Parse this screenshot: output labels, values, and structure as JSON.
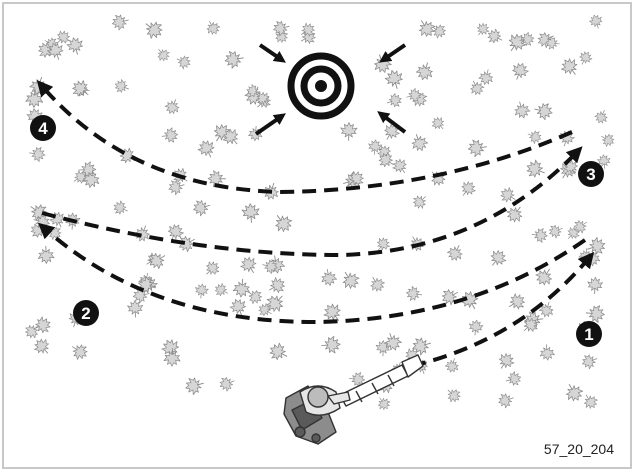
{
  "figure": {
    "code": "57_20_204",
    "steps": [
      "1",
      "2",
      "3",
      "4"
    ],
    "colors": {
      "leaf_fill": "#d6d6d6",
      "leaf_stroke": "#8a8a8a",
      "path": "#111111",
      "target": "#111111",
      "frame": "#c8c8c8"
    },
    "icons": [
      "maple-leaf-icon",
      "target-icon",
      "arrow-icon",
      "leaf-blower-operator-icon"
    ]
  }
}
